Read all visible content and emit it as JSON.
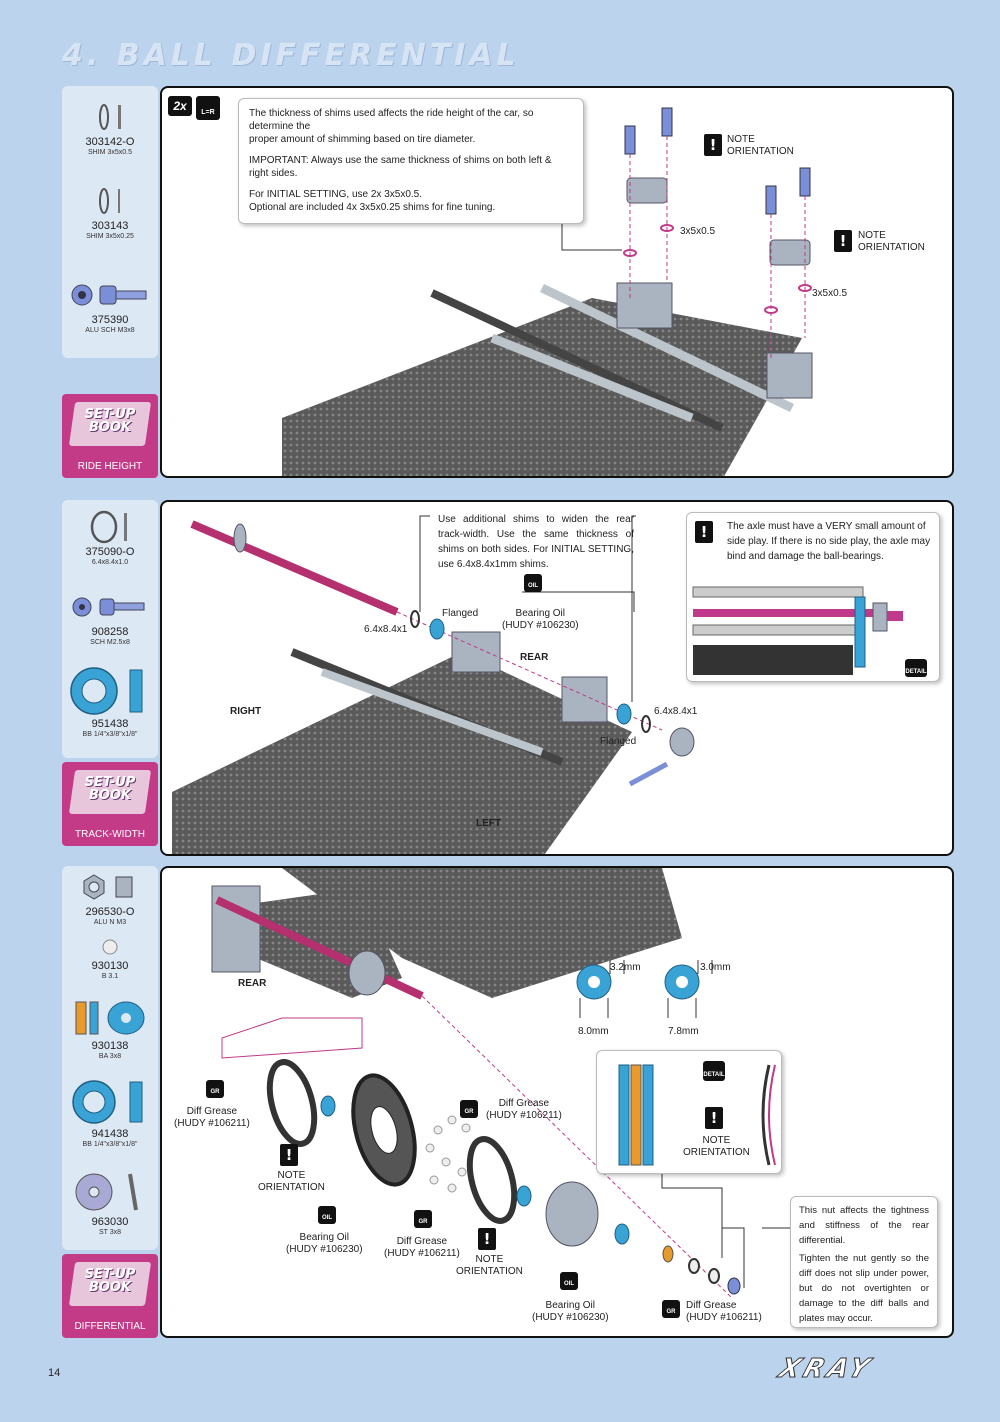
{
  "page": {
    "title": "4. BALL DIFFERENTIAL",
    "page_number": "14",
    "logo": "XRAY"
  },
  "sections": [
    {
      "parts": [
        {
          "number": "303142-O",
          "desc": "SHIM 3x5x0.5",
          "icon": "shim-icon"
        },
        {
          "number": "303143",
          "desc": "SHIM 3x5x0.25",
          "icon": "shim-icon"
        },
        {
          "number": "375390",
          "desc": "ALU SCH M3x8",
          "icon": "screw-icon"
        }
      ],
      "setup_book": {
        "text": "SET-UP BOOK",
        "label": "RIDE HEIGHT"
      },
      "badge_count": "2x",
      "badge_lr": "L=R",
      "note_lines": [
        "The thickness of shims used affects the ride height of the car, so determine the",
        "proper amount of shimming based on tire diameter.",
        "",
        "IMPORTANT: Always use the same thickness of shims on both left & right sides.",
        "",
        "For INITIAL SETTING, use 2x 3x5x0.5.",
        "Optional are included 4x 3x5x0.25 shims for fine tuning."
      ],
      "labels": {
        "note1": "NOTE\nORIENTATION",
        "shim1": "3x5x0.5",
        "note2": "NOTE\nORIENTATION",
        "shim2": "3x5x0.5"
      }
    },
    {
      "parts": [
        {
          "number": "375090-O",
          "desc": "6.4x8.4x1.0",
          "icon": "shim-icon"
        },
        {
          "number": "908258",
          "desc": "SCH M2.5x8",
          "icon": "screw-icon"
        },
        {
          "number": "951438",
          "desc": "BB 1/4\"x3/8\"x1/8\"",
          "icon": "bearing-icon"
        }
      ],
      "setup_book": {
        "text": "SET-UP BOOK",
        "label": "TRACK-WIDTH"
      },
      "callout": "Use additional shims to widen the rear track-width. Use the same thickness of shims on both sides. For INITIAL SETTING, use 6.4x8.4x1mm shims.",
      "detail_note": "The axle must have a VERY small amount of side play. If there is no side play, the axle may bind and damage the ball-bearings.",
      "detail_badge": "DETAIL",
      "oil_badge": "OIL",
      "labels": {
        "flanged1": "Flanged",
        "bearing_oil": "Bearing Oil\n(HUDY #106230)",
        "shim_left": "6.4x8.4x1",
        "rear": "REAR",
        "right": "RIGHT",
        "shim_right": "6.4x8.4x1",
        "flanged2": "Flanged",
        "left": "LEFT"
      }
    },
    {
      "parts": [
        {
          "number": "296530-O",
          "desc": "ALU N M3",
          "icon": "nut-icon"
        },
        {
          "number": "930130",
          "desc": "B 3.1",
          "icon": "ball-icon"
        },
        {
          "number": "930138",
          "desc": "BA 3x8",
          "icon": "ball-bearing-icon"
        },
        {
          "number": "941438",
          "desc": "BB 1/4\"x3/8\"x1/8\"",
          "icon": "bearing-icon"
        },
        {
          "number": "963030",
          "desc": "ST 3x8",
          "icon": "spring-washer-icon"
        }
      ],
      "setup_book": {
        "text": "SET-UP BOOK",
        "label": "DIFFERENTIAL"
      },
      "labels": {
        "rear": "REAR",
        "dim1_top": "3.2mm",
        "dim1_bottom": "8.0mm",
        "dim2_top": "3.0mm",
        "dim2_bottom": "7.8mm",
        "diff_grease_left": "Diff Grease\n(HUDY #106211)",
        "note_left": "NOTE\nORIENTATION",
        "bearing_oil_left": "Bearing Oil\n(HUDY #106230)",
        "diff_grease_mid": "Diff Grease\n(HUDY #106211)",
        "diff_grease_top": "Diff Grease\n(HUDY #106211)",
        "note_mid": "NOTE\nORIENTATION",
        "bearing_oil_right": "Bearing Oil\n(HUDY #106230)",
        "diff_grease_right": "Diff Grease\n(HUDY #106211)",
        "detail_note": "NOTE\nORIENTATION"
      },
      "grease_badge": "GR",
      "oil_badge": "OIL",
      "detail_badge": "DETAIL",
      "nut_note_p1": "This nut affects the tightness and stiffness of the rear differential.",
      "nut_note_p2": "Tighten the nut gently so the diff does not slip under power, but do not overtighten or damage to the diff balls and plates may occur."
    }
  ],
  "colors": {
    "background": "#bcd3ee",
    "setup_book": "#c33a86",
    "axle": "#b4306e",
    "part_blue": "#3aa3d6",
    "chassis": "#555555",
    "alu": "#aab4c0"
  }
}
